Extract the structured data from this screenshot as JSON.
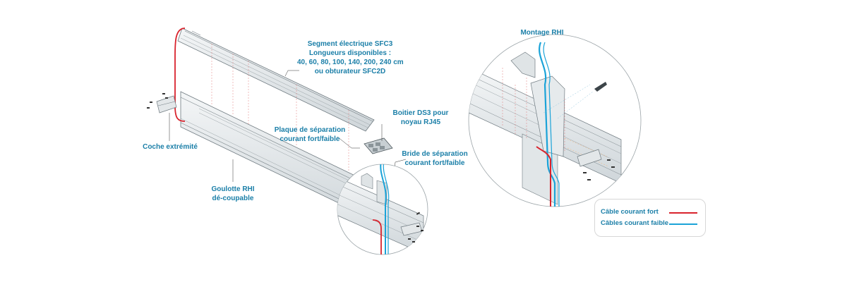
{
  "labels": {
    "segment": [
      "Segment électrique SFC3",
      "Longueurs disponibles :",
      "40, 60, 80, 100, 140, 200, 240 cm",
      "ou obturateur SFC2D"
    ],
    "boitier": [
      "Boitier DS3 pour",
      "noyau RJ45"
    ],
    "plaque": [
      "Plaque de séparation",
      "courant fort/faible"
    ],
    "bride": [
      "Bride de séparation",
      "courant fort/faible"
    ],
    "coche": "Coche extrémité",
    "goulotte": [
      "Goulotte RHI",
      "dé-coupable"
    ],
    "montage": "Montage RHI"
  },
  "legend": {
    "items": [
      {
        "label": "Câble courant fort",
        "color": "#d9232d"
      },
      {
        "label": "Câbles courant faible",
        "color": "#1ba3d8"
      }
    ]
  },
  "colors": {
    "label_text": "#1b7fa8",
    "strong_current": "#d9232d",
    "weak_current": "#1ba3d8",
    "outline": "#6f7a80",
    "metal": "#e8ecee"
  }
}
